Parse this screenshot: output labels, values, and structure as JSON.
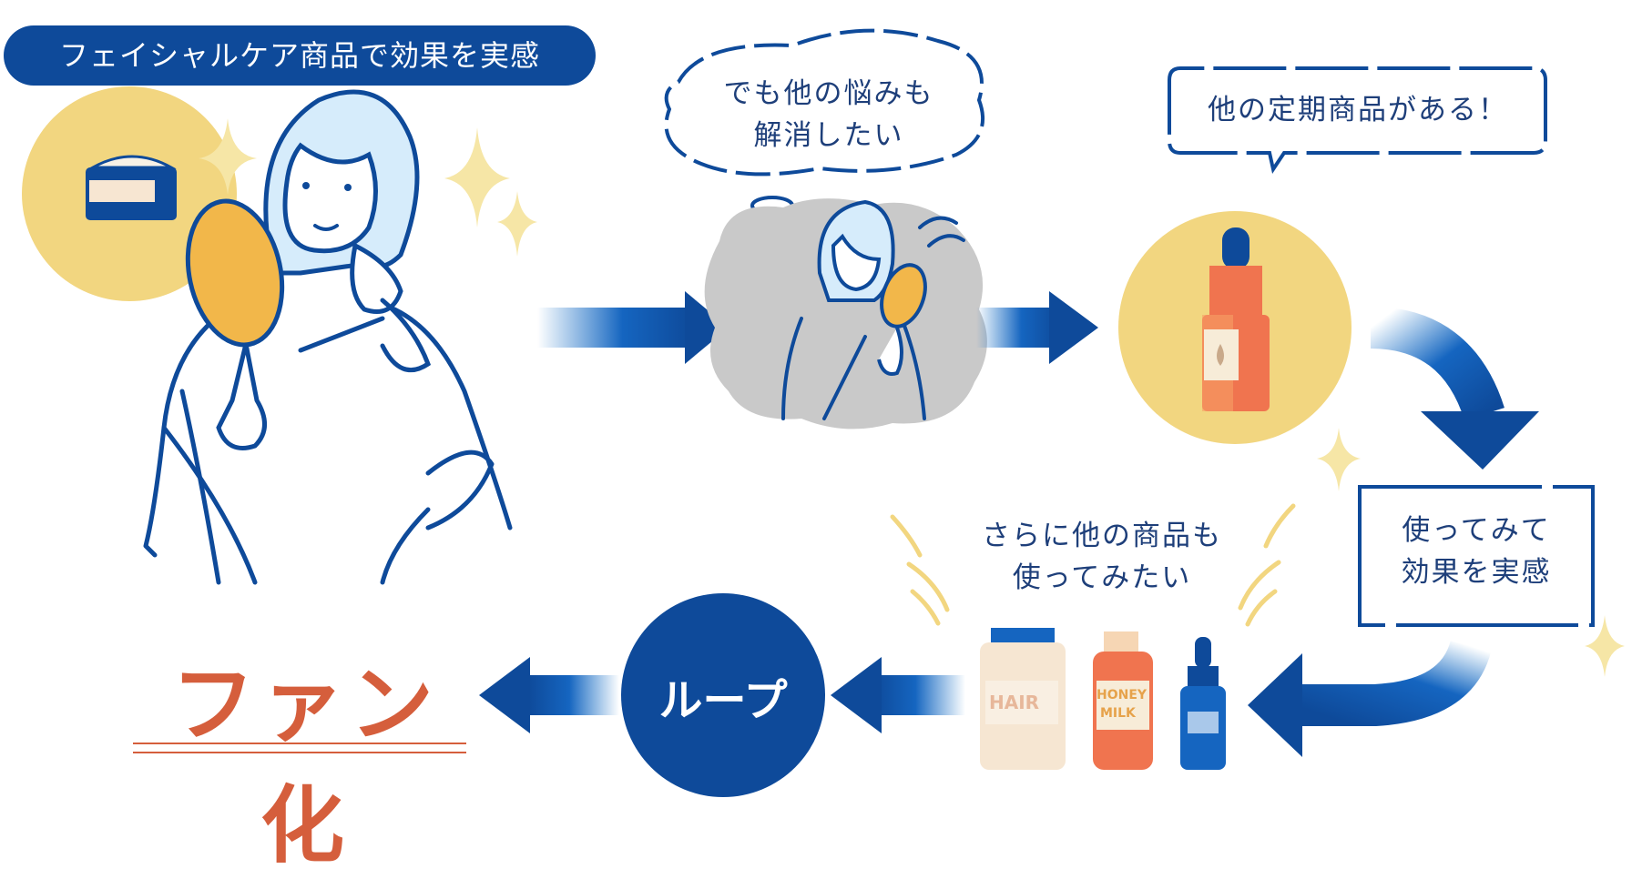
{
  "header": {
    "title": "フェイシャルケア商品で効果を実感"
  },
  "bubbles": {
    "thought_line1": "でも他の悩みも",
    "thought_line2": "解消したい",
    "speech": "他の定期商品がある！",
    "more_line1": "さらに他の商品も",
    "more_line2": "使ってみたい"
  },
  "box": {
    "line1": "使ってみて",
    "line2": "効果を実感"
  },
  "loop": {
    "label": "ループ"
  },
  "result": {
    "label": "ファン化"
  },
  "products": {
    "hair": "HAIR",
    "honey": "HONEY",
    "milk": "MILK"
  },
  "colors": {
    "navy": "#0e4a9a",
    "blue": "#1565c0",
    "yellow": "#f2d680",
    "orange": "#f0744f",
    "accent": "#d55e3c"
  }
}
